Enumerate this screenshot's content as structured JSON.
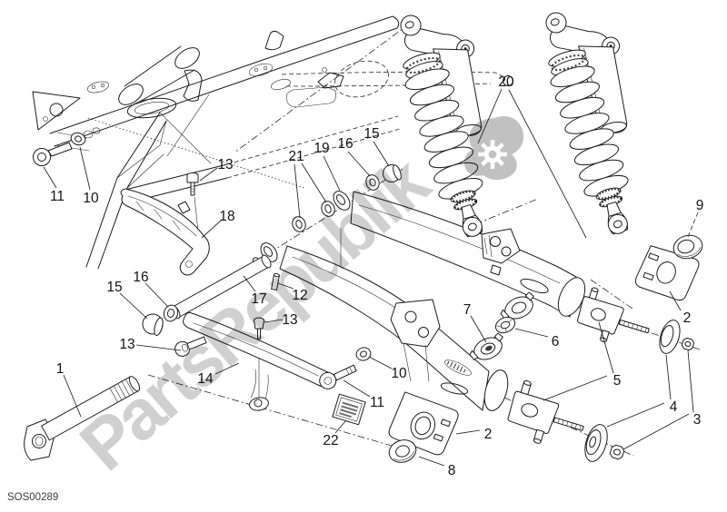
{
  "diagram": {
    "code": "SOS00289",
    "watermark": {
      "text": "PartsRepublik",
      "icon": "gear-icon",
      "color": "#b3b3b3"
    },
    "labels": [
      {
        "text": "11"
      },
      {
        "text": "10"
      },
      {
        "text": "13"
      },
      {
        "text": "18"
      },
      {
        "text": "21"
      },
      {
        "text": "19"
      },
      {
        "text": "16"
      },
      {
        "text": "15"
      },
      {
        "text": "20"
      },
      {
        "text": "9"
      },
      {
        "text": "15"
      },
      {
        "text": "16"
      },
      {
        "text": "13"
      },
      {
        "text": "1"
      },
      {
        "text": "14"
      },
      {
        "text": "17"
      },
      {
        "text": "12"
      },
      {
        "text": "13"
      },
      {
        "text": "22"
      },
      {
        "text": "10"
      },
      {
        "text": "11"
      },
      {
        "text": "7"
      },
      {
        "text": "6"
      },
      {
        "text": "5"
      },
      {
        "text": "2"
      },
      {
        "text": "4"
      },
      {
        "text": "3"
      },
      {
        "text": "2"
      },
      {
        "text": "8"
      }
    ]
  }
}
